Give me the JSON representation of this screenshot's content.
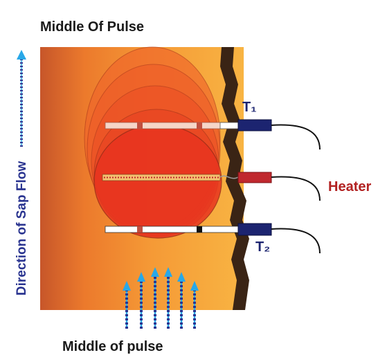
{
  "title": "Middle Of Pulse",
  "labels": {
    "t1": "T₁",
    "t2": "T₂",
    "heater": "Heater",
    "sap_flow": "Direction of Sap Flow"
  },
  "bottom_caption": "Middle of pulse",
  "colors": {
    "wood_dark": "#c7562a",
    "wood_light": "#f7b13f",
    "bark": "#3a2415",
    "heat_pulse": "#e8341f",
    "probe_body": "#1c2470",
    "heater_body": "#c0282e",
    "arrow": "#29a8e8",
    "sap_text": "#2a3490",
    "heater_text": "#b22222"
  }
}
